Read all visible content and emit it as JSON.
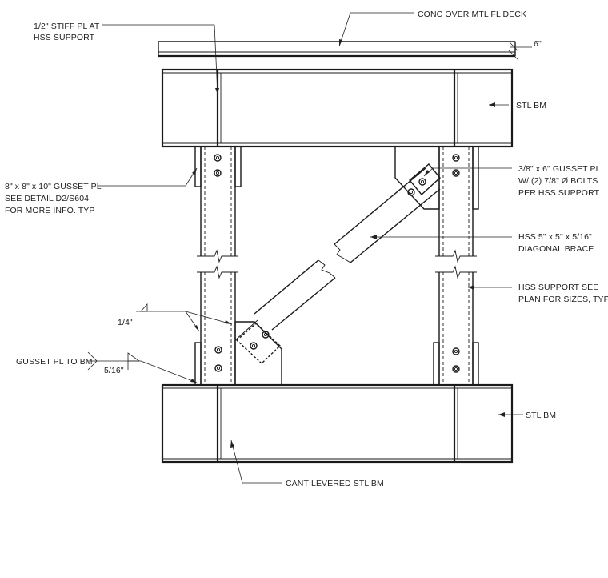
{
  "notes": {
    "stiff_pl": [
      "1/2\" STIFF PL AT",
      "HSS SUPPORT"
    ],
    "conc_deck": "CONC OVER MTL FL DECK",
    "deck_dim": "6\"",
    "stl_bm_top": "STL BM",
    "gusset_left": [
      "8\" x 8\" x 10\" GUSSET PL",
      "SEE DETAIL D2/S604",
      "FOR MORE INFO. TYP"
    ],
    "gusset_right": [
      "3/8\" x 6\" GUSSET PL",
      "W/ (2) 7/8\" Ø BOLTS",
      "PER HSS SUPPORT"
    ],
    "brace": [
      "HSS 5\" x 5\" x 5/16\"",
      "DIAGONAL BRACE"
    ],
    "hss_support": [
      "HSS SUPPORT SEE",
      "PLAN FOR SIZES, TYP"
    ],
    "weld_quarter": "1/4\"",
    "gusset_to_bm": "GUSSET PL TO BM",
    "weld_5_16": "5/16\"",
    "stl_bm_bottom": "STL BM",
    "cantilevered": "CANTILEVERED STL BM"
  },
  "colors": {
    "line": "#1a1a1a",
    "text": "#222222",
    "background": "#ffffff"
  }
}
